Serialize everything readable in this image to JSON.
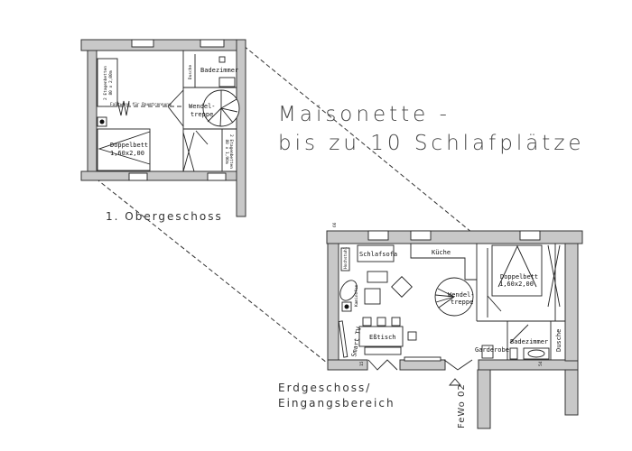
{
  "title": {
    "line1": "Maisonette -",
    "line2": "bis zu 10 Schlafplätze"
  },
  "upper_floor": {
    "name": "1. Obergeschoss",
    "rooms": {
      "bunk_left": "2 Etagenbetten",
      "bunk_left_size": "80 x 2,00m",
      "partition": "Faltwand für Raumtrennung",
      "double_bed": "Doppelbett",
      "double_bed_size": "1,60x2,00",
      "shower": "Dusche",
      "bathroom": "Badezimmer",
      "stair": "Wendel-",
      "stair2": "treppe",
      "bunk_right": "2 Etagenbetten",
      "bunk_right_size": "80 x 1,90m"
    }
  },
  "ground_floor": {
    "name_line1": "Erdgeschoss/",
    "name_line2": "Eingangsbereich",
    "entrance": "FeWo 02",
    "dim_top": "66",
    "dim_bottom_left": "15",
    "dim_bottom_right": "54",
    "rooms": {
      "sofa": "Schlafsofa",
      "kitchen": "Küche",
      "highchair": "Hochstuhl",
      "stove": "Kaminofen",
      "stair": "Wendel-",
      "stair2": "treppe",
      "tv": "Smart TV",
      "dining": "Eßtisch",
      "wardrobe": "Garderobe",
      "double_bed": "Doppelbett",
      "double_bed_size": "1,60x2,00",
      "bathroom": "Badezimmer",
      "shower": "Dusche"
    }
  }
}
